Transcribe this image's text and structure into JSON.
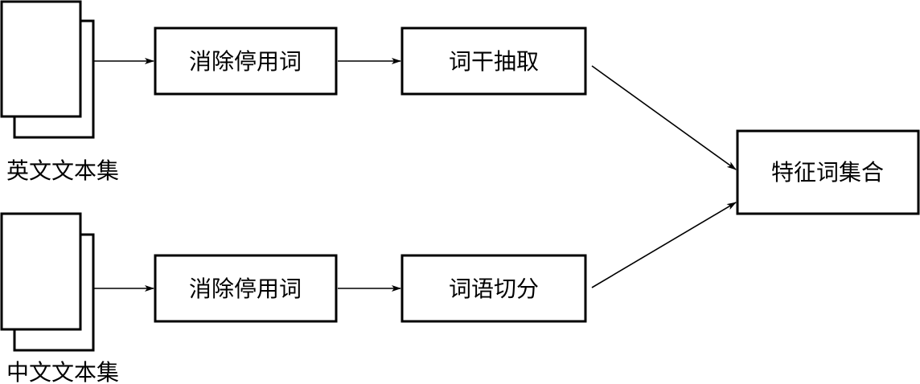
{
  "diagram": {
    "en_corpus": {
      "label": "英文文本集"
    },
    "zh_corpus": {
      "label": "中文文本集"
    },
    "en_stopword": {
      "label": "消除停用词"
    },
    "zh_stopword": {
      "label": "消除停用词"
    },
    "stem": {
      "label": "词干抽取"
    },
    "segment": {
      "label": "词语切分"
    },
    "feature_set": {
      "label": "特征词集合"
    }
  },
  "colors": {
    "stroke": "#000000",
    "fill": "#ffffff"
  }
}
